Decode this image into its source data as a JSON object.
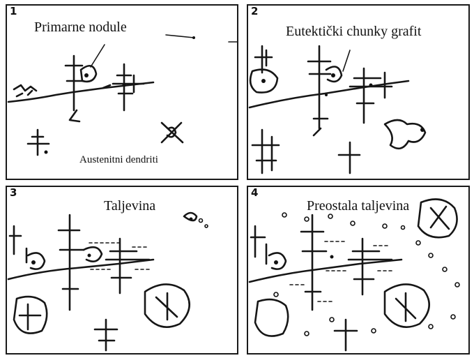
{
  "panels": [
    {
      "number": "1",
      "labels": [
        "Primarne nodule",
        "Austenitni dendriti"
      ]
    },
    {
      "number": "2",
      "labels": [
        "Eutektički chunky grafit"
      ]
    },
    {
      "number": "3",
      "labels": [
        "Taljevina"
      ]
    },
    {
      "number": "4",
      "labels": [
        "Preostala taljevina"
      ]
    }
  ]
}
